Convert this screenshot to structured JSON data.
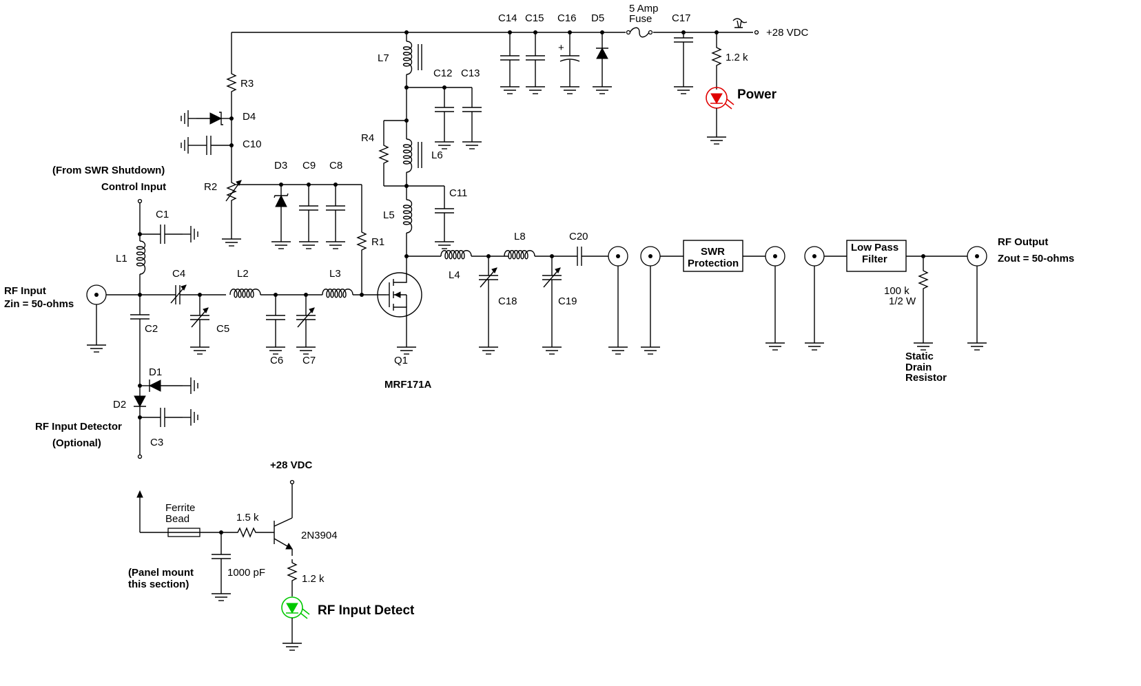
{
  "supply": {
    "top": "+28 VDC",
    "bottom": "+28 VDC"
  },
  "components": {
    "C14": "C14",
    "C15": "C15",
    "C16": "C16",
    "C16_plus": "+",
    "D5": "D5",
    "fuse": [
      "5 Amp",
      "Fuse"
    ],
    "C17": "C17",
    "R_power": "1.2 k",
    "power_led": "Power",
    "L7": "L7",
    "C12": "C12",
    "C13": "C13",
    "R3": "R3",
    "D4": "D4",
    "C10": "C10",
    "R4": "R4",
    "L6": "L6",
    "D3": "D3",
    "C9": "C9",
    "C8": "C8",
    "R2": "R2",
    "C11": "C11",
    "L5": "L5",
    "R1": "R1",
    "C1": "C1",
    "L1": "L1",
    "C4": "C4",
    "L2": "L2",
    "L3": "L3",
    "L4": "L4",
    "L8": "L8",
    "C20": "C20",
    "C2": "C2",
    "C5": "C5",
    "C6": "C6",
    "C7": "C7",
    "Q1": "Q1",
    "Q1_part": "MRF171A",
    "C18": "C18",
    "C19": "C19",
    "D1": "D1",
    "D2": "D2",
    "C3": "C3",
    "R_static": [
      "100 k",
      "1/2 W"
    ],
    "ferrite": [
      "Ferrite",
      "Bead"
    ],
    "R_base": "1.5 k",
    "transistor": "2N3904",
    "C_panel": "1000 pF",
    "R_led": "1.2 k"
  },
  "labels": {
    "swr_shutdown": "(From SWR Shutdown)",
    "control_input": "Control Input",
    "rf_input": [
      "RF Input",
      "Zin = 50-ohms"
    ],
    "rf_detector": [
      "RF Input Detector",
      "(Optional)"
    ],
    "rf_output": [
      "RF Output",
      "Zout = 50-ohms"
    ],
    "static_drain": [
      "Static",
      "Drain",
      "Resistor"
    ],
    "panel_mount": [
      "(Panel mount",
      "this section)"
    ],
    "rf_input_detect": "RF Input Detect"
  },
  "blocks": {
    "swr": [
      "SWR",
      "Protection"
    ],
    "lpf": [
      "Low Pass",
      "Filter"
    ]
  },
  "colors": {
    "power_led": "#e00000",
    "detect_led": "#00c800",
    "wire": "#000000",
    "background": "#ffffff"
  },
  "icons": [
    "ground-icon",
    "coax-connector-icon",
    "resistor-icon",
    "inductor-icon",
    "capacitor-icon",
    "variable-capacitor-icon",
    "diode-icon",
    "zener-diode-icon",
    "led-icon",
    "mosfet-icon",
    "npn-transistor-icon",
    "fuse-icon",
    "ferrite-bead-icon",
    "terminal-icon"
  ]
}
